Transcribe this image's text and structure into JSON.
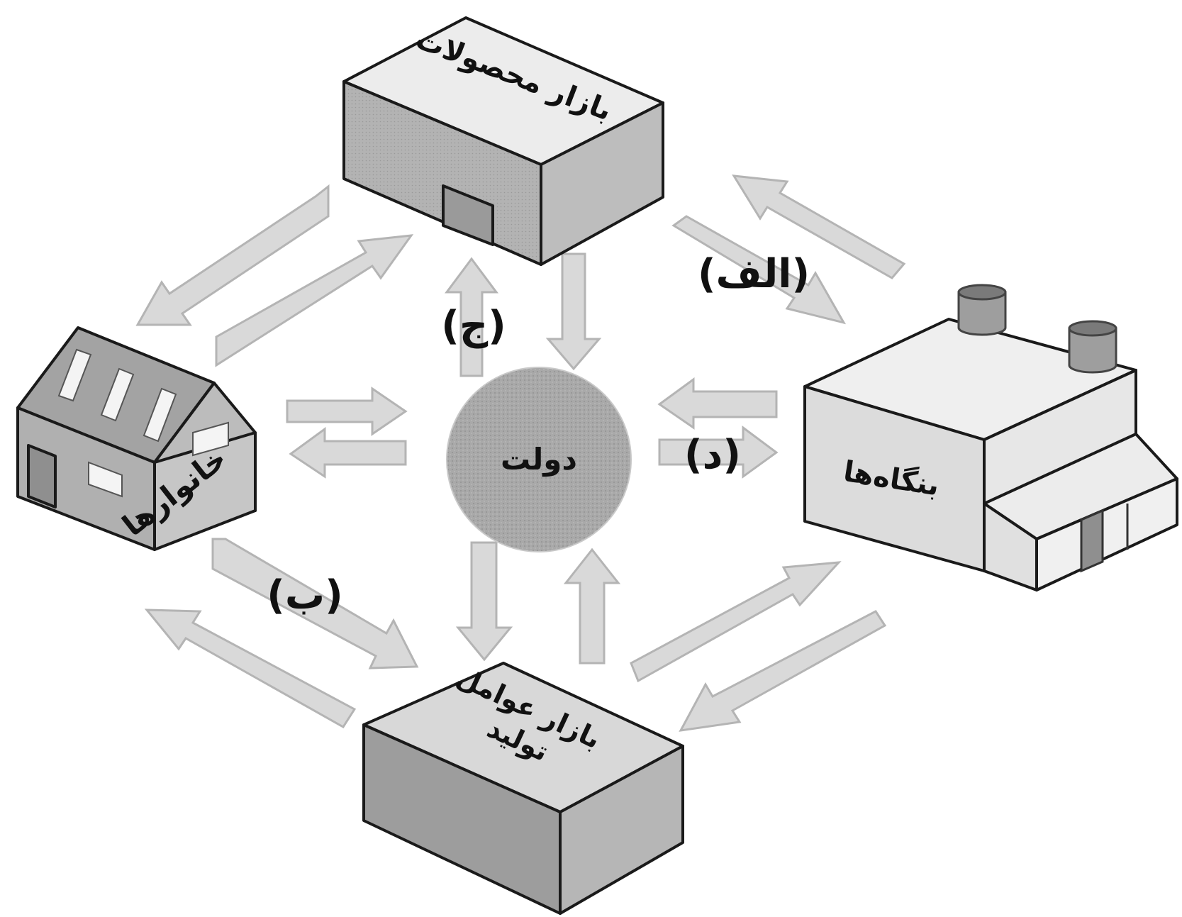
{
  "nodes": {
    "product_market": "بازار محصولات",
    "households": "خانوارها",
    "firms": "بنگاه‌ها",
    "government": "دولت",
    "factor_market_line1": "بازار عوامل",
    "factor_market_line2": "تولید"
  },
  "flow_labels": {
    "a": "(الف)",
    "b": "(ب)",
    "c": "(ج)",
    "d": "(د)"
  },
  "colors": {
    "light_face": "#ececec",
    "mid_face": "#c4c4c4",
    "dark_face": "#9a9a9a",
    "arrow_fill": "#d9d9d9",
    "government_circle": "#a9a9a9"
  }
}
